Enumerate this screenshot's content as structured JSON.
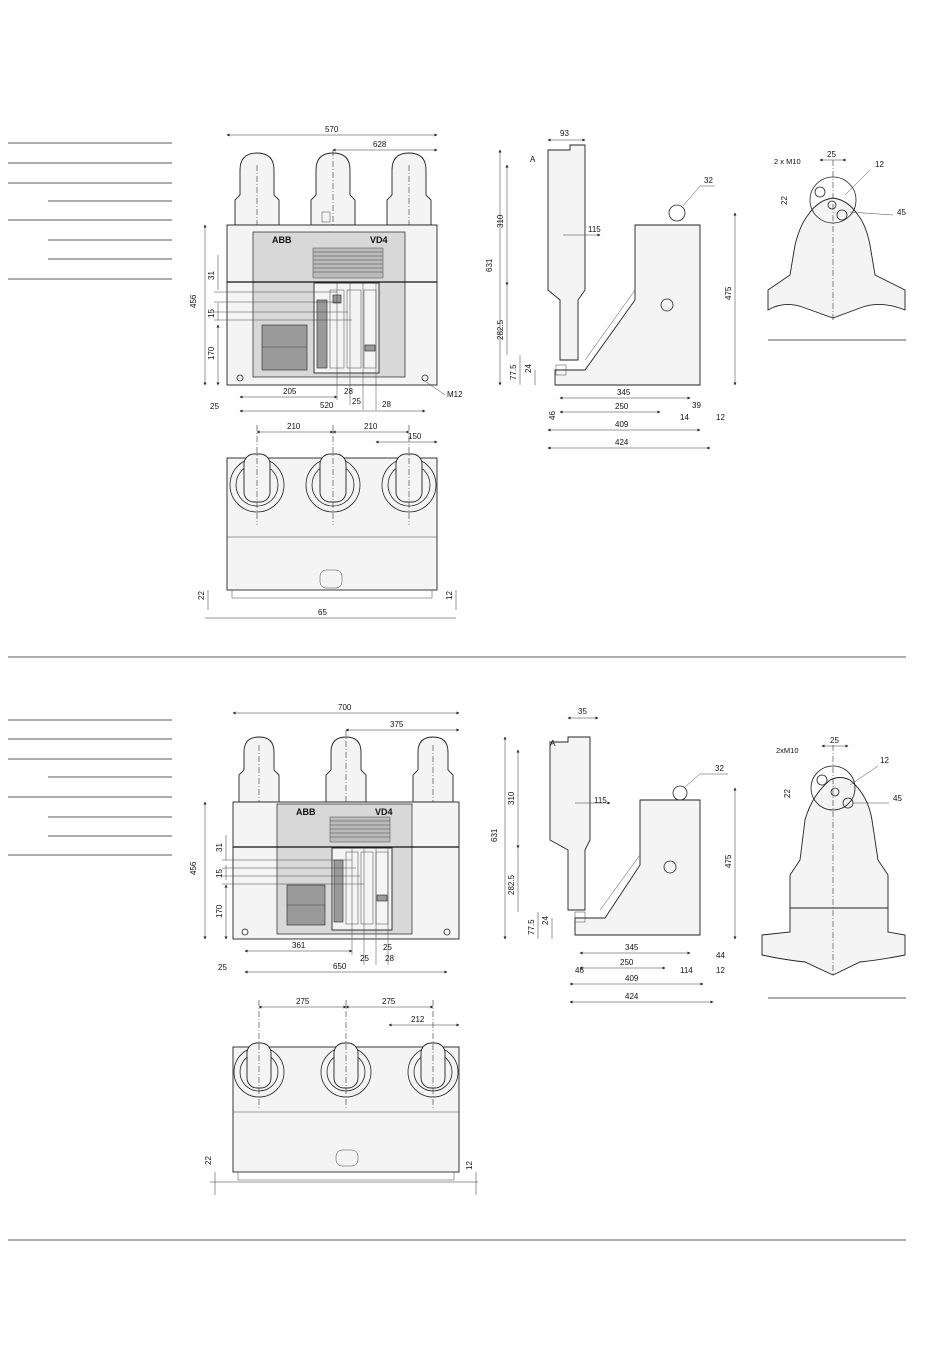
{
  "section1": {
    "front": {
      "w_total": "570",
      "w_right": "628",
      "h_total": "456",
      "h_a": "31",
      "h_b": "15",
      "h_c": "170",
      "b_left": "205",
      "b_a": "28",
      "b_b": "25",
      "b_c": "28",
      "b_width": "520",
      "b_off": "25",
      "bolt": "M12",
      "brand_logo": "ABB",
      "brand_model": "VD4"
    },
    "side": {
      "top": "93",
      "label_a": "A",
      "h_total": "631",
      "h_upper": "310",
      "h_lower": "282.5",
      "h_base": "77.5",
      "h_base2": "24",
      "inner": "115",
      "dia": "32",
      "h_right": "475",
      "b_345": "345",
      "b_14": "14",
      "b_12": "12",
      "b_250": "250",
      "b_39": "39",
      "b_46": "46",
      "b_409": "409",
      "b_424": "424"
    },
    "detail": {
      "holes": "2 x M10",
      "w": "25",
      "r": "12",
      "h": "22",
      "d": "45"
    },
    "plan": {
      "p1": "210",
      "p2": "210",
      "p3": "150",
      "h_left": "22",
      "h_right": "12",
      "bottom": "65"
    }
  },
  "section2": {
    "front": {
      "w_total": "700",
      "w_right": "375",
      "h_total": "456",
      "h_a": "31",
      "h_b": "15",
      "h_c": "170",
      "b_left": "361",
      "b_a": "25",
      "b_b": "25",
      "b_c": "28",
      "b_width": "650",
      "b_off": "25",
      "brand_logo": "ABB",
      "brand_model": "VD4"
    },
    "side": {
      "top": "35",
      "label_a": "A",
      "h_total": "631",
      "h_upper": "310",
      "h_lower": "282.5",
      "h_base": "77.5",
      "h_base2": "24",
      "inner": "115",
      "dia": "32",
      "h_right": "475",
      "b_345": "345",
      "b_44": "44",
      "b_46": "46",
      "b_250": "250",
      "b_114": "114",
      "b_12": "12",
      "b_409": "409",
      "b_424": "424"
    },
    "detail": {
      "holes": "2xM10",
      "w": "25",
      "r": "12",
      "h": "22",
      "d": "45"
    },
    "plan": {
      "p1": "275",
      "p2": "275",
      "p3": "212",
      "h_left": "22",
      "h_right": "12"
    }
  }
}
